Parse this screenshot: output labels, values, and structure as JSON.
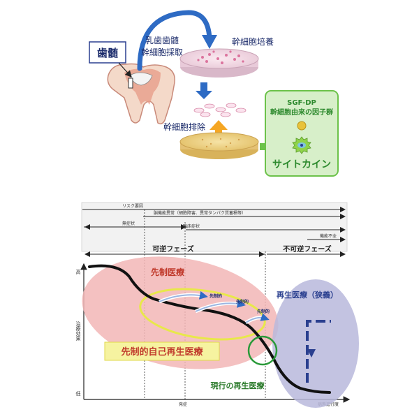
{
  "top_diagram": {
    "pulp_label": "歯髄",
    "harvest_line1": "乳歯歯髄",
    "harvest_line2": "幹細胞採取",
    "culture_label": "幹細胞培養",
    "removal_label": "幹細胞排除",
    "factor_box": {
      "title": "SGF-DP",
      "subtitle": "幹細胞由来の因子群",
      "cytokine": "サイトカイン"
    },
    "colors": {
      "arrow_blue": "#2e6bc4",
      "arrow_orange": "#f5a623",
      "arrow_green": "#6cc24a",
      "box_green": "#d7efc9"
    }
  },
  "bottom_diagram": {
    "bars": [
      {
        "label": "リスク要因"
      },
      {
        "label": "脳機能異常（細胞障害、異常タンパク質蓄積等）"
      },
      {
        "label": "無症状"
      },
      {
        "label": "臨床症状"
      },
      {
        "label": "機能不全"
      }
    ],
    "phase_reversible": "可逆フェーズ",
    "phase_irreversible": "不可逆フェーズ",
    "y_axis": {
      "label": "治療効果",
      "high": "高",
      "low": "低"
    },
    "x_axis": {
      "onset": "発症",
      "progress": "病態進行度"
    },
    "preemptive": "先制医療",
    "preemptive_small": "先制的",
    "regenerative": "再生医療（狭義）",
    "self_regen": "先制的自己再生医療",
    "current_regen": "現行の再生医療",
    "colors": {
      "pink": "#f2b6b6",
      "lavender": "#b9b9dc",
      "yellow": "#e8e84a",
      "green": "#2a9a3a",
      "navy": "#2a3f8f",
      "red_text": "#c0392b"
    }
  }
}
